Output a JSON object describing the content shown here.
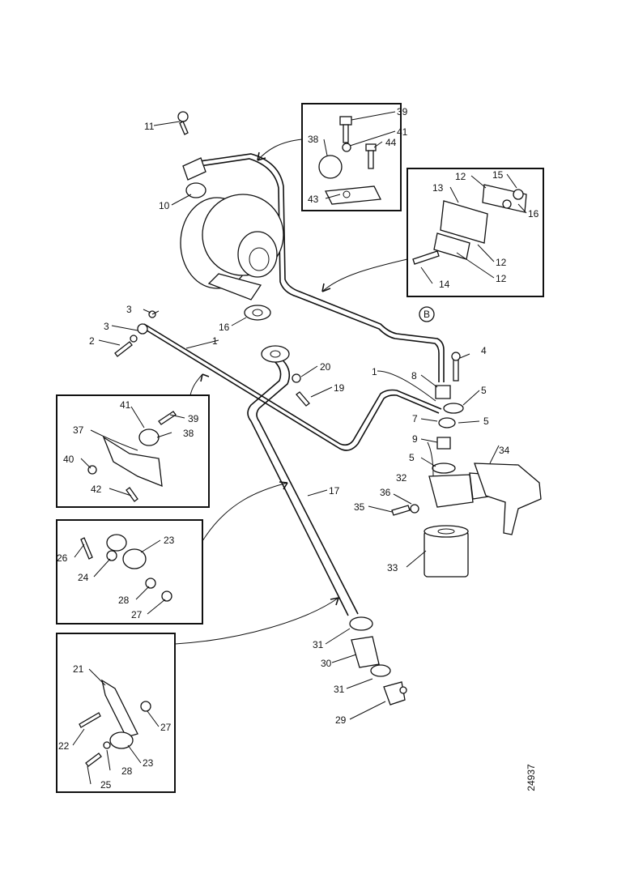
{
  "figure_code": "24937",
  "callout_letter": "B",
  "labels": {
    "n1a": "1",
    "n1b": "1",
    "n2": "2",
    "n3a": "3",
    "n3b": "3",
    "n4": "4",
    "n5a": "5",
    "n5b": "5",
    "n5c": "5",
    "n7": "7",
    "n8": "8",
    "n9": "9",
    "n10": "10",
    "n11": "11",
    "n12a": "12",
    "n12b": "12",
    "n12c": "12",
    "n13": "13",
    "n14": "14",
    "n15": "15",
    "n16a": "16",
    "n16b": "16",
    "n17": "17",
    "n19": "19",
    "n20": "20",
    "n21": "21",
    "n22": "22",
    "n23a": "23",
    "n23b": "23",
    "n24": "24",
    "n25": "25",
    "n26": "26",
    "n27a": "27",
    "n27b": "27",
    "n28a": "28",
    "n28b": "28",
    "n29": "29",
    "n30": "30",
    "n31a": "31",
    "n31b": "31",
    "n32": "32",
    "n33": "33",
    "n34": "34",
    "n35": "35",
    "n36": "36",
    "n37": "37",
    "n38a": "38",
    "n38b": "38",
    "n39a": "39",
    "n39b": "39",
    "n40": "40",
    "n41a": "41",
    "n41b": "41",
    "n42": "42",
    "n43": "43",
    "n44": "44"
  }
}
